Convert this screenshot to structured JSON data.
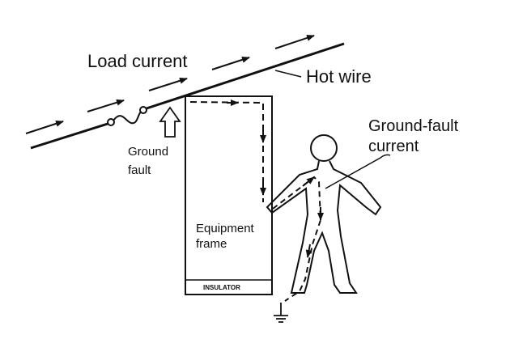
{
  "labels": {
    "load_current": "Load current",
    "hot_wire": "Hot wire",
    "ground_fault_line1": "Ground",
    "ground_fault_line2": "fault",
    "gf_current_line1": "Ground-fault",
    "gf_current_line2": "current",
    "equipment_line1": "Equipment",
    "equipment_line2": "frame",
    "insulator": "INSULATOR"
  },
  "colors": {
    "ink": "#111111",
    "background": "#ffffff"
  }
}
